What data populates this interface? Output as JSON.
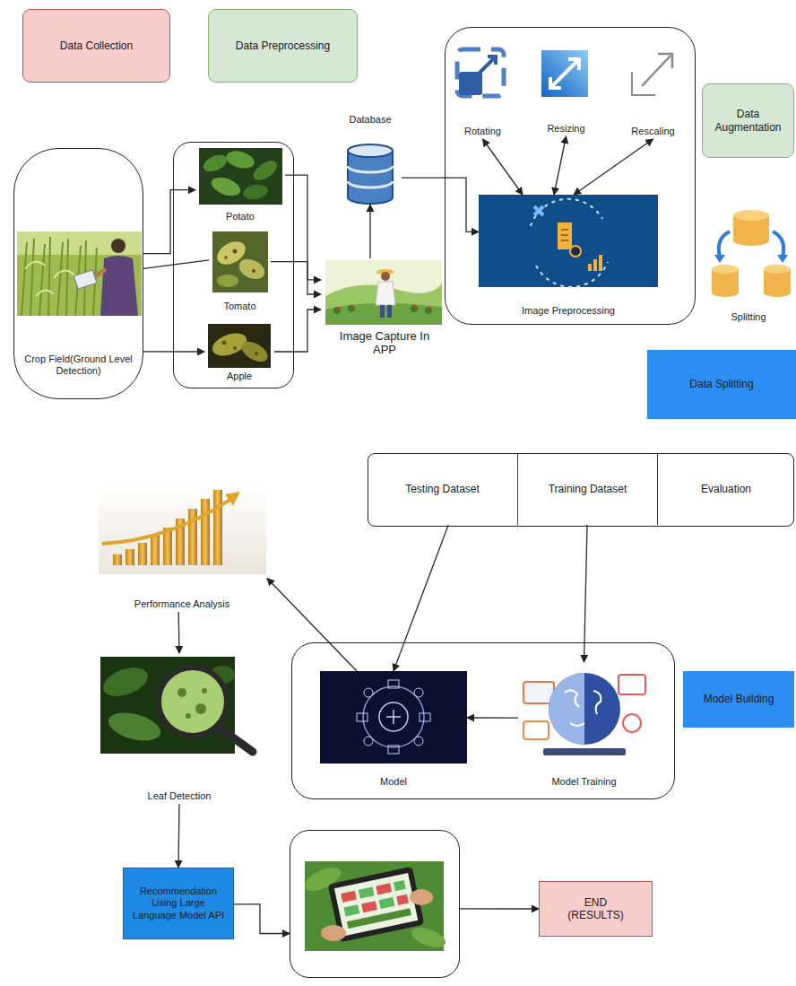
{
  "diagram": {
    "nodes": [
      {
        "text": [
          "Data Collection"
        ]
      },
      {
        "text": [
          "Data Preprocessing"
        ]
      },
      {
        "text": []
      },
      {
        "text": [
          "Rotating"
        ],
        "in": 2
      },
      {
        "text": [
          "Resizing"
        ],
        "in": 2
      },
      {
        "text": [
          "Rescaling"
        ],
        "in": 2
      },
      {
        "text": [
          "Data Augmentation"
        ]
      },
      {
        "text": [
          "Database"
        ]
      },
      {
        "text": [
          "Crop Field(Ground Level Detection)"
        ]
      },
      {
        "text": []
      },
      {
        "text": [
          "Potato"
        ],
        "in": 9
      },
      {
        "text": [
          "Tomato"
        ],
        "in": 9
      },
      {
        "text": [
          "Apple"
        ],
        "in": 9
      },
      {
        "text": [
          "Image Preprocessing"
        ],
        "in": 2
      },
      {
        "text": [
          "Splitting"
        ]
      },
      {
        "text": [
          "Image Capture In APP"
        ]
      },
      {
        "text": [
          "Data Splitting"
        ]
      },
      {
        "text": []
      },
      {
        "text": [
          "Testing Dataset"
        ],
        "in": 17
      },
      {
        "text": [
          "Training Dataset"
        ],
        "in": 17
      },
      {
        "text": [
          "Evaluation"
        ],
        "in": 17
      },
      {
        "text": [
          "Performance Analysis"
        ]
      },
      {
        "text": []
      },
      {
        "text": [
          "Model"
        ],
        "in": 22
      },
      {
        "text": [
          "Model Training"
        ],
        "in": 22
      },
      {
        "text": [
          "Model Building"
        ]
      },
      {
        "text": [
          "Leaf Detection"
        ]
      },
      {
        "text": [
          "Recommendation Using Large Language Model API"
        ]
      },
      {
        "text": []
      },
      {
        "text": [
          "END (RESULTS)"
        ]
      }
    ],
    "edges": [
      {
        "from": 8,
        "to": 10,
        "arrow": "to"
      },
      {
        "from": 8,
        "to": 11,
        "arrow": "none"
      },
      {
        "from": 8,
        "to": 12,
        "arrow": "to"
      },
      {
        "from": 10,
        "to": 15,
        "arrow": "to"
      },
      {
        "from": 11,
        "to": 15,
        "arrow": "to"
      },
      {
        "from": 12,
        "to": 15,
        "arrow": "to"
      },
      {
        "from": 15,
        "to": 7,
        "arrow": "to"
      },
      {
        "from": 7,
        "to": 13,
        "arrow": "to"
      },
      {
        "from": 3,
        "to": 13,
        "arrow": "both"
      },
      {
        "from": 4,
        "to": 13,
        "arrow": "both"
      },
      {
        "from": 5,
        "to": 13,
        "arrow": "both"
      },
      {
        "from": 18,
        "to": 23,
        "arrow": "to"
      },
      {
        "from": 19,
        "to": 24,
        "arrow": "to"
      },
      {
        "from": 24,
        "to": 23,
        "arrow": "to"
      },
      {
        "from": 23,
        "to": 21,
        "arrow": "to"
      },
      {
        "from": 21,
        "to": 26,
        "arrow": "to"
      },
      {
        "from": 26,
        "to": 27,
        "arrow": "to"
      },
      {
        "from": 27,
        "to": 28,
        "arrow": "to"
      },
      {
        "from": 28,
        "to": 29,
        "arrow": "to"
      }
    ]
  }
}
